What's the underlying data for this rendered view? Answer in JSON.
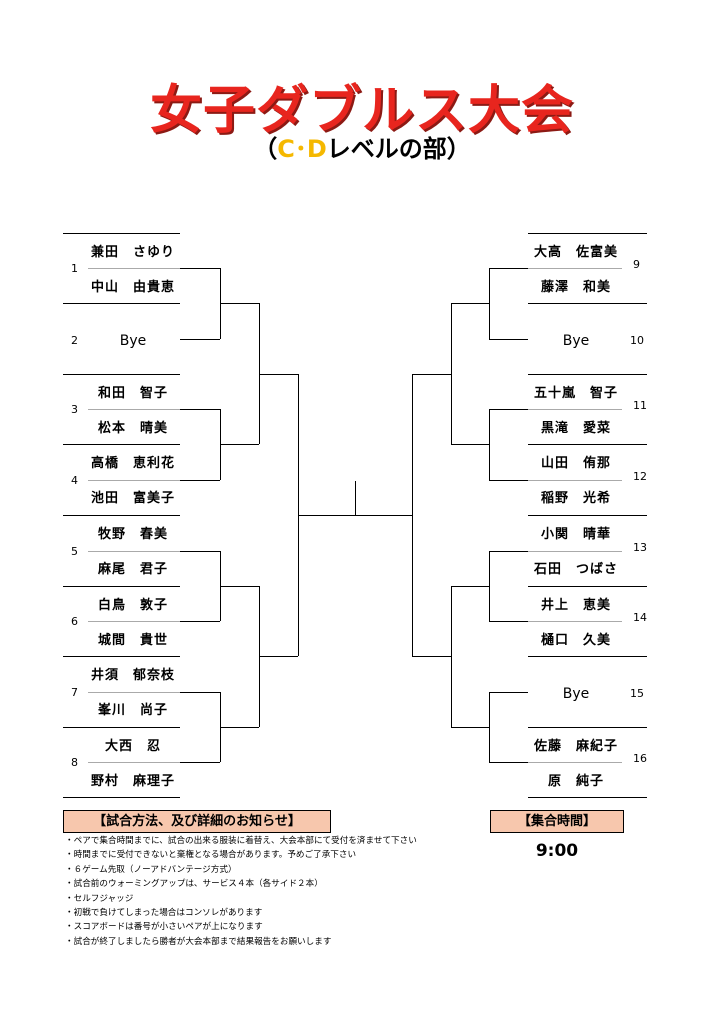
{
  "title": "女子ダブルス大会",
  "subtitle": {
    "open": "（",
    "cd": "C･D",
    "rest": "レベルの部）"
  },
  "left": [
    {
      "num": "1",
      "names": [
        "兼田　さゆり",
        "中山　由貴恵"
      ]
    },
    {
      "num": "2",
      "names": [
        "Bye"
      ]
    },
    {
      "num": "3",
      "names": [
        "和田　智子",
        "松本　晴美"
      ]
    },
    {
      "num": "4",
      "names": [
        "高橋　恵利花",
        "池田　富美子"
      ]
    },
    {
      "num": "5",
      "names": [
        "牧野　春美",
        "麻尾　君子"
      ]
    },
    {
      "num": "6",
      "names": [
        "白鳥　敦子",
        "城間　貴世"
      ]
    },
    {
      "num": "7",
      "names": [
        "井須　郁奈枝",
        "峯川　尚子"
      ]
    },
    {
      "num": "8",
      "names": [
        "大西　忍",
        "野村　麻理子"
      ]
    }
  ],
  "right": [
    {
      "num": "9",
      "names": [
        "大高　佐富美",
        "藤澤　和美"
      ]
    },
    {
      "num": "10",
      "names": [
        "Bye"
      ]
    },
    {
      "num": "11",
      "names": [
        "五十嵐　智子",
        "黒滝　愛菜"
      ]
    },
    {
      "num": "12",
      "names": [
        "山田　侑那",
        "稲野　光希"
      ]
    },
    {
      "num": "13",
      "names": [
        "小関　晴華",
        "石田　つばさ"
      ]
    },
    {
      "num": "14",
      "names": [
        "井上　恵美",
        "樋口　久美"
      ]
    },
    {
      "num": "15",
      "names": [
        "Bye"
      ]
    },
    {
      "num": "16",
      "names": [
        "佐藤　麻紀子",
        "原　純子"
      ]
    }
  ],
  "info": {
    "header": "【試合方法、及び詳細のお知らせ】",
    "notes": [
      "・ペアで集合時間までに、試合の出来る服装に着替え、大会本部にて受付を済ませて下さい",
      "・時間までに受付できないと棄権となる場合があります。予めご了承下さい",
      "・６ゲーム先取（ノーアドバンテージ方式）",
      "・試合前のウォーミングアップは、サービス４本（各サイド２本）",
      "・セルフジャッジ",
      "・初戦で負けてしまった場合はコンソレがあります",
      "・スコアボードは番号が小さいペアが上になります",
      "・試合が終了しましたら勝者が大会本部まで結果報告をお願いします"
    ]
  },
  "schedule": {
    "header": "【集合時間】",
    "time": "9:00"
  }
}
